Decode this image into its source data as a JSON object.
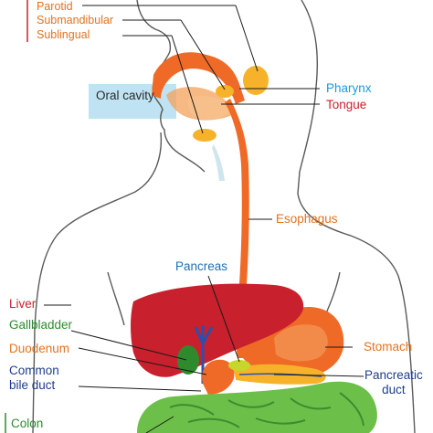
{
  "colors": {
    "outline": "#5a5a5a",
    "tract": "#ef6a26",
    "tract_dark": "#d9531a",
    "gland": "#f6b32a",
    "liver": "#c8202c",
    "gallbladder": "#2f8a2e",
    "intestine": "#6cc04a",
    "intestine_dark": "#3b8d2e",
    "duct": "#2b4fb0",
    "oral_highlight": "#bfe3f2",
    "text_orange": "#e2731f",
    "text_red": "#c8202c",
    "text_blue": "#1a9bd7",
    "text_green": "#2f8a2e",
    "text_navy": "#1f3d8a",
    "text_dark": "#2a2a2a"
  },
  "labels": {
    "parotid": "Parotid",
    "submandibular": "Submandibular",
    "sublingual": "Sublingual",
    "oral_cavity": "Oral cavity",
    "pharynx": "Pharynx",
    "tongue": "Tongue",
    "esophagus": "Esophagus",
    "pancreas": "Pancreas",
    "liver": "Liver",
    "stomach": "Stomach",
    "gallbladder": "Gallbladder",
    "duodenum": "Duodenum",
    "common_bile_duct": "Common\nbile duct",
    "pancreatic_duct": "Pancreatic\nduct",
    "colon": "Colon"
  }
}
